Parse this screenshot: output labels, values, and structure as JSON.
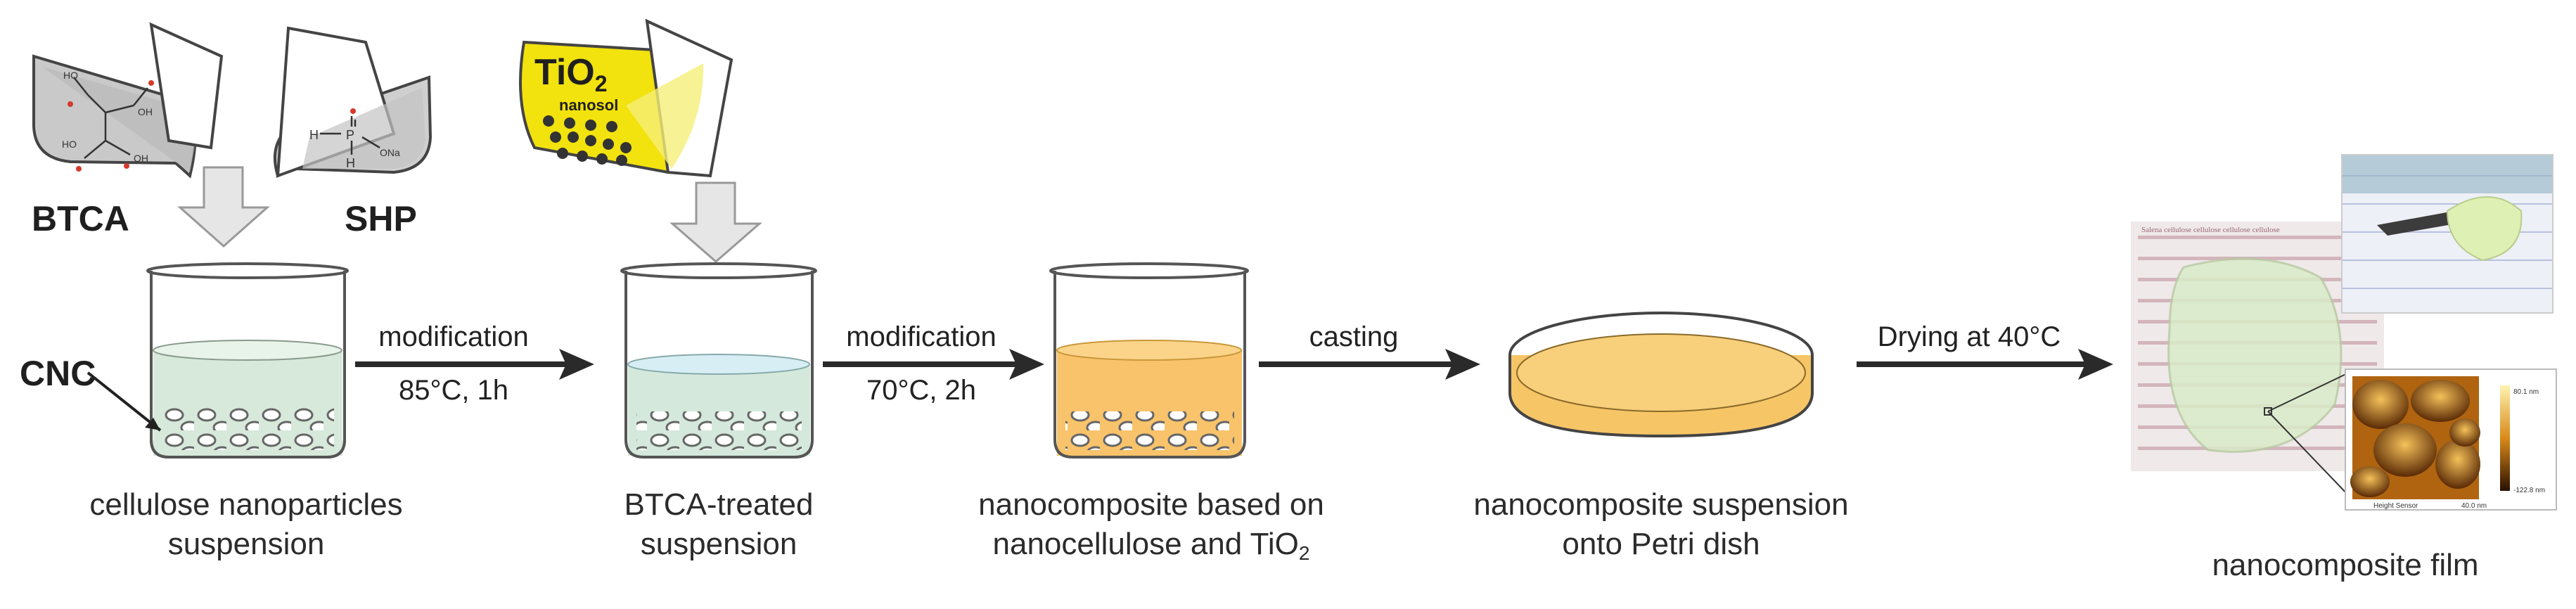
{
  "reagents": {
    "btca_label": "BTCA",
    "shp_label": "SHP",
    "cnc_label": "CNC",
    "tio2_label": "TiO",
    "tio2_subscript": "2",
    "nanosol_label": "nanosol",
    "btca_struct": {
      "ho1": "HO",
      "ho2": "HO",
      "oh1": "OH",
      "oh2": "OH"
    },
    "shp_struct": {
      "h1": "H",
      "p": "P",
      "h2": "H",
      "ona": "ONa"
    }
  },
  "steps": [
    {
      "caption_line1": "cellulose nanoparticles",
      "caption_line2": "suspension"
    },
    {
      "caption_line1": "BTCA-treated",
      "caption_line2": "suspension"
    },
    {
      "caption_line1": "nanocomposite based on",
      "caption_line2": "nanocellulose and TiO",
      "caption_line2_sub": "2"
    },
    {
      "caption_line1": "nanocomposite suspension",
      "caption_line2": "onto Petri dish"
    },
    {
      "caption_line1": "nanocomposite film"
    }
  ],
  "arrows": [
    {
      "top": "modification",
      "bottom": "85°C, 1h"
    },
    {
      "top": "modification",
      "bottom": "70°C, 2h"
    },
    {
      "top": "casting",
      "bottom": ""
    },
    {
      "top": "Drying at 40°C",
      "bottom": ""
    }
  ],
  "photo": {
    "paper_text": "Salena cellulose cellulose cellulose cellulose",
    "afm_caption_left": "Height Sensor",
    "afm_caption_right": "40.0 nm",
    "afm_scale_top": "80.1 nm",
    "afm_scale_bottom": "-122.8 nm"
  },
  "colors": {
    "cnc_liquid": "#d6e9da",
    "btca_liquid": "#d4e9dc",
    "btca_top": "#d7eef5",
    "tio2_liquid": "#f8c36a",
    "petri_fill": "#f6c566",
    "tio2_bottle": "#f2e20d",
    "arrow": "#2a2a2a"
  }
}
